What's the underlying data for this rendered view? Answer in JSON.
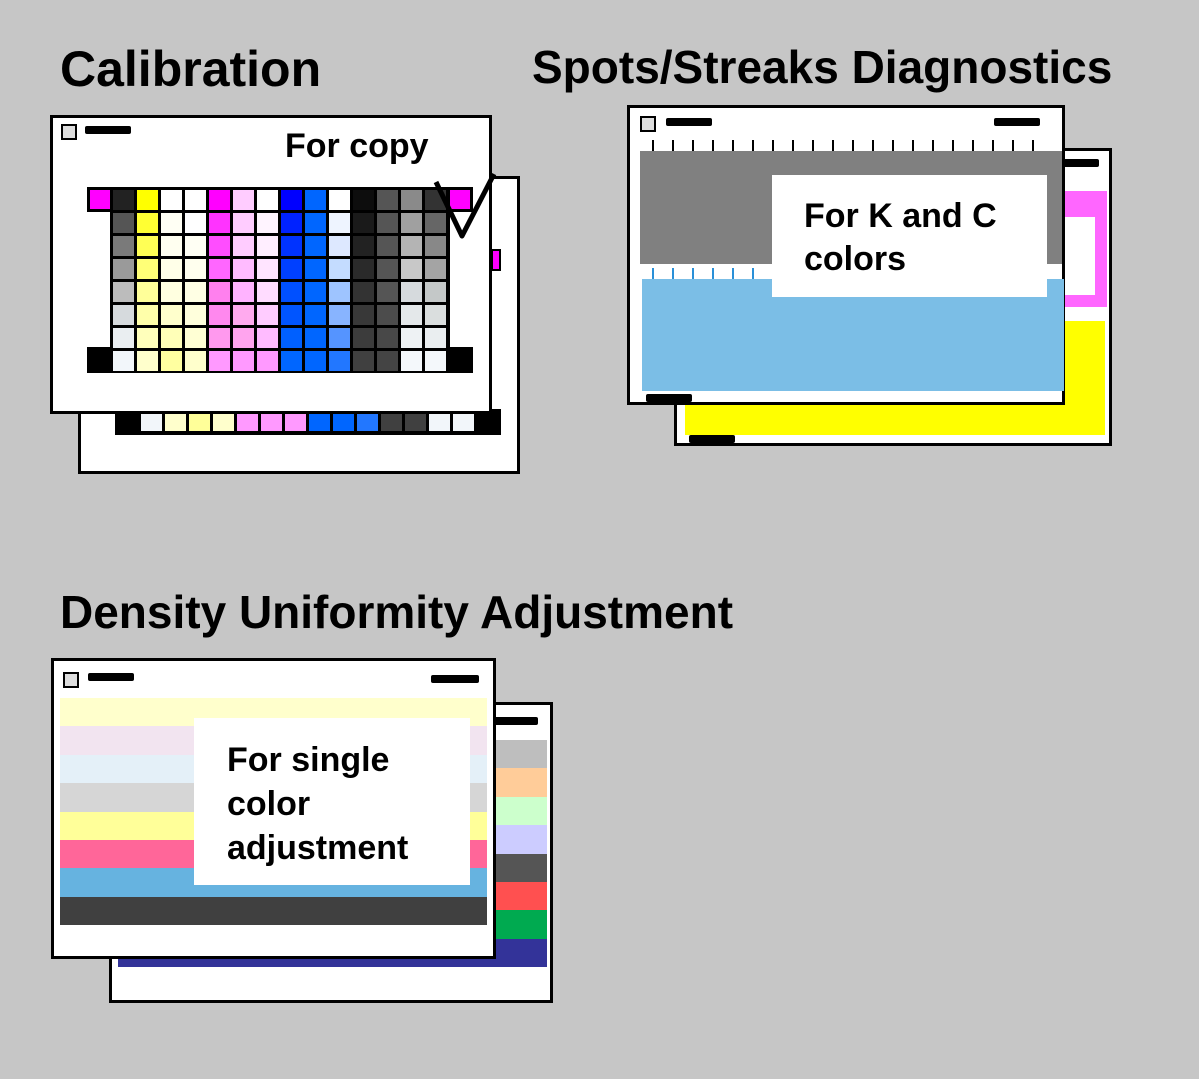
{
  "sections": {
    "calibration": {
      "title": "Calibration",
      "note": "For copy",
      "columns": [
        [
          "#222222",
          "#555555",
          "#7a7a7a",
          "#9a9a9a",
          "#bcbcbc",
          "#d6dadd",
          "#eaeef1",
          "#f2f6fa"
        ],
        [
          "#ffff00",
          "#ffff33",
          "#ffff55",
          "#ffff77",
          "#ffff99",
          "#ffffaa",
          "#ffffbb",
          "#ffffcc"
        ],
        [
          "#ffffff",
          "#fffff4",
          "#fffff0",
          "#ffffe8",
          "#ffffe0",
          "#ffffcc",
          "#ffffb8",
          "#ffffa0"
        ],
        [
          "#ffffff",
          "#ffffff",
          "#fffff4",
          "#ffffee",
          "#ffffe4",
          "#ffffdc",
          "#ffffd4",
          "#ffffcc"
        ],
        [
          "#ff00ff",
          "#ff33ff",
          "#ff4dff",
          "#ff66ff",
          "#ff80ee",
          "#ff88ee",
          "#ff99ee",
          "#ff99ff"
        ],
        [
          "#ffccff",
          "#ffccff",
          "#ffccff",
          "#ffbbff",
          "#ffb3ff",
          "#ffaaee",
          "#ffa4ee",
          "#ff99ff"
        ],
        [
          "#ffffff",
          "#fff4ff",
          "#ffeeff",
          "#ffe4ff",
          "#ffdcff",
          "#ffccff",
          "#ffbbff",
          "#ff99ff"
        ],
        [
          "#0000ff",
          "#0022ff",
          "#0033ff",
          "#0040ff",
          "#0050ff",
          "#0055ff",
          "#0060ff",
          "#0066ff"
        ],
        [
          "#0066ff",
          "#0066ff",
          "#0066ff",
          "#0066ff",
          "#0066ff",
          "#0066ff",
          "#0066ff",
          "#0066ff"
        ],
        [
          "#ffffff",
          "#eef4ff",
          "#dde8ff",
          "#c4dcff",
          "#9ec4ff",
          "#88b4ff",
          "#5594ff",
          "#2277ff"
        ],
        [
          "#0d0d0d",
          "#1a1a1a",
          "#222222",
          "#2a2a2a",
          "#333333",
          "#383838",
          "#3c3c3c",
          "#404040"
        ],
        [
          "#555555",
          "#555555",
          "#555555",
          "#555555",
          "#555555",
          "#4c4c4c",
          "#484848",
          "#444444"
        ],
        [
          "#8a8a8a",
          "#a0a0a0",
          "#b4b4b4",
          "#c8c8c8",
          "#d6dadd",
          "#e4e8ea",
          "#eef2f4",
          "#f4f8fb"
        ],
        [
          "#333333",
          "#666666",
          "#888888",
          "#a4a4a4",
          "#c4c8c8",
          "#dadede",
          "#eaeef0",
          "#f4f8fb"
        ]
      ],
      "back_strip": [
        "#f2f6fa",
        "#ffffcc",
        "#ffff99",
        "#ffffcc",
        "#ff99ff",
        "#ff99ff",
        "#ff99ff",
        "#0066ff",
        "#0066ff",
        "#2277ff",
        "#404040",
        "#404040",
        "#f2f6fa",
        "#f2f6fa"
      ],
      "corner_top_color": "#ff00ff",
      "corner_bottom_color": "#000000"
    },
    "spots": {
      "title": "Spots/Streaks Diagnostics",
      "note_line1": "For K and C",
      "note_line2": "colors",
      "k_color": "#808080",
      "c_color": "#7bbee6",
      "m_color": "#ff66ff",
      "y_color": "#ffff00"
    },
    "density": {
      "title": "Density Uniformity Adjustment",
      "note_line1": "For single",
      "note_line2": "color",
      "note_line3": "adjustment",
      "front_bands": [
        "#ffffcc",
        "#f2e4f0",
        "#e4f0f8",
        "#d6d6d6",
        "#ffff99",
        "#ff6699",
        "#66b3e0",
        "#404040"
      ],
      "back_bands": [
        "#bebebe",
        "#ffcc99",
        "#ccffcc",
        "#ccccff",
        "#555555",
        "#ff5050",
        "#00aa50",
        "#333399"
      ]
    }
  }
}
